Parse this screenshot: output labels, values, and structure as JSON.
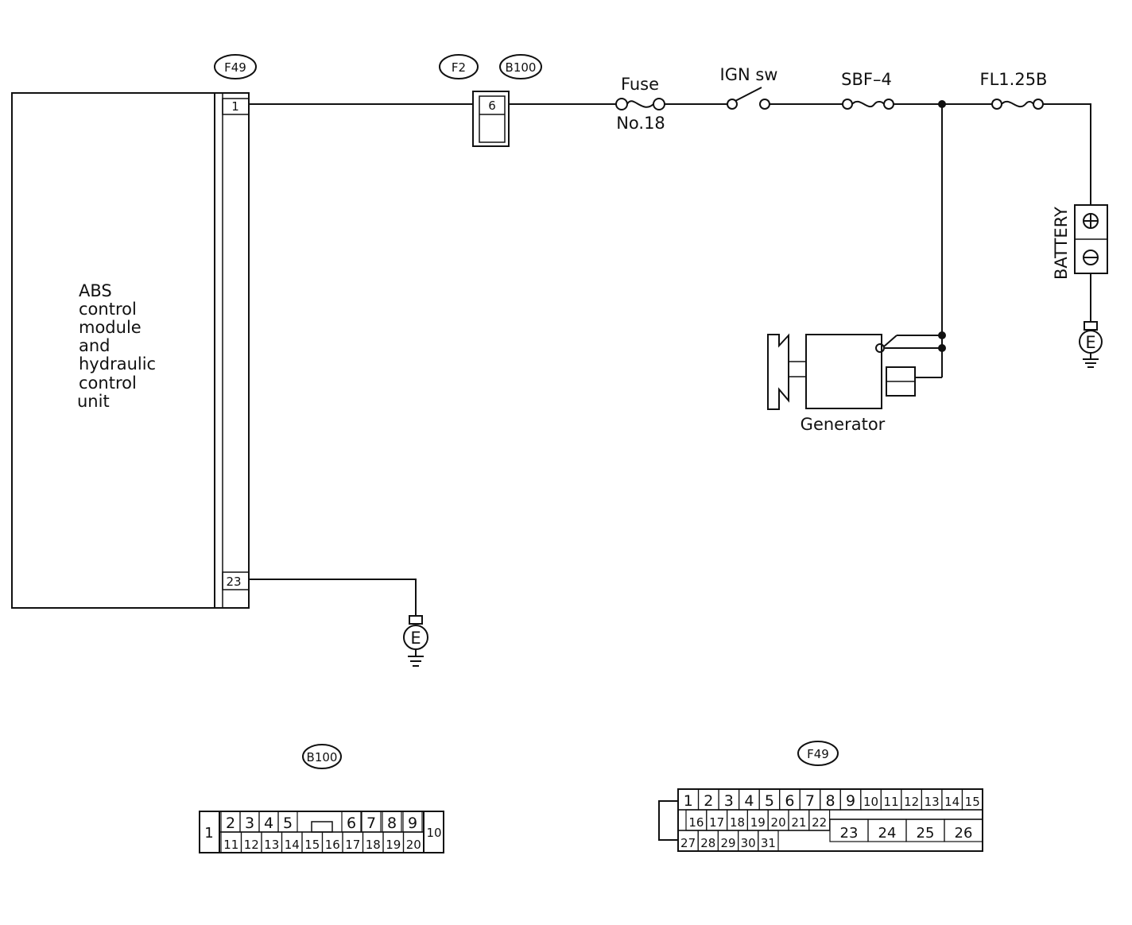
{
  "module": {
    "lines": [
      "ABS",
      "control",
      "module",
      "and",
      "hydraulic",
      "control",
      "unit"
    ]
  },
  "connector_tags": {
    "f49": "F49",
    "f2": "F2",
    "b100": "B100"
  },
  "pins": {
    "f49_top": "1",
    "f49_bottom": "23",
    "f2_pin": "6"
  },
  "components": {
    "fuse": "Fuse",
    "fuse_no": "No.18",
    "ign_sw": "IGN sw",
    "sbf": "SBF–4",
    "fl": "FL1.25B",
    "battery": "BATTERY",
    "generator": "Generator",
    "ground": "E"
  },
  "b100_layout": {
    "tag": "B100",
    "top": [
      "2",
      "3",
      "4",
      "5",
      "6",
      "7",
      "8",
      "9"
    ],
    "bottom": [
      "11",
      "12",
      "13",
      "14",
      "15",
      "16",
      "17",
      "18",
      "19",
      "20"
    ],
    "left": "1",
    "right": "10"
  },
  "f49_layout": {
    "tag": "F49",
    "row1": [
      "1",
      "2",
      "3",
      "4",
      "5",
      "6",
      "7",
      "8",
      "9",
      "10",
      "11",
      "12",
      "13",
      "14",
      "15"
    ],
    "row2": [
      "16",
      "17",
      "18",
      "19",
      "20",
      "21",
      "22"
    ],
    "row2_wide": [
      "23",
      "24",
      "25",
      "26"
    ],
    "row3": [
      "27",
      "28",
      "29",
      "30",
      "31"
    ]
  }
}
